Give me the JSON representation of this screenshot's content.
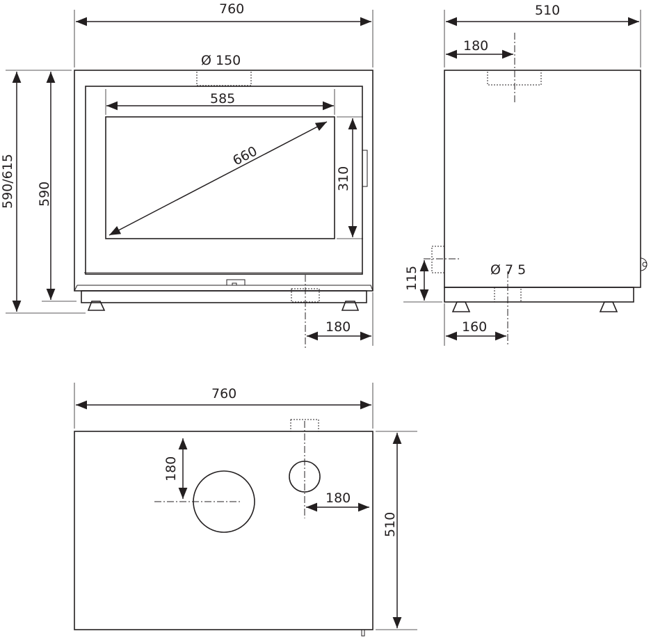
{
  "front_view": {
    "width": "760",
    "flue_diameter": "Ø 150",
    "glass_width": "585",
    "glass_diagonal": "660",
    "glass_height": "310",
    "total_height": "590/615",
    "body_height": "590",
    "rear_outlet_offset": "180"
  },
  "side_view": {
    "depth": "510",
    "flue_offset": "180",
    "air_inlet_height": "115",
    "air_inlet_diameter": "Ø 7 5",
    "air_inlet_offset": "160"
  },
  "top_view": {
    "width": "760",
    "depth": "510",
    "flue_offset_vertical": "180",
    "outlet_offset_horizontal": "180"
  }
}
